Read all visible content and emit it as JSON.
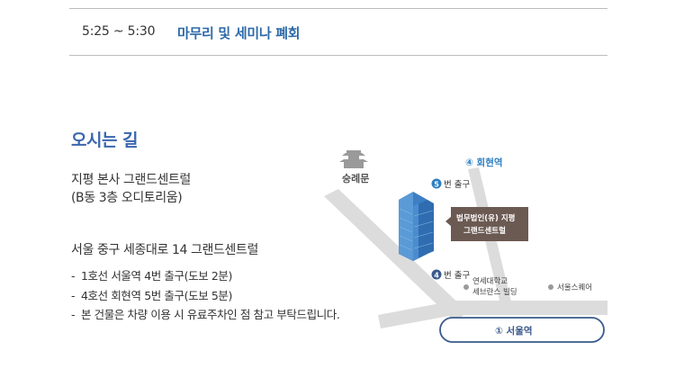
{
  "schedule": {
    "time": "5:25 ~ 5:30",
    "title": "마무리 및 세미나 폐회"
  },
  "directions": {
    "heading": "오시는 길",
    "address_line1": "지평 본사 그랜드센트럴",
    "address_line2": "(B동 3층 오디토리움)",
    "address_line3": "서울 중구 세종대로 14 그랜드센트럴",
    "bullets": [
      "1호선 서울역 4번 출구(도보 2분)",
      "4호선 회현역 5번 출구(도보 5분)",
      "본 건물은 차량 이용 시 유료주차인 점 참고 부탁드립니다."
    ]
  },
  "map": {
    "landmark_sungnyemun": "숭례문",
    "hoehyeon_station": "④ 회현역",
    "exit5": "번 출구",
    "exit5_num": "5",
    "exit4": "번 출구",
    "exit4_num": "4",
    "building_label_line1": "법무법인(유) 지평",
    "building_label_line2": "그랜드센트럴",
    "yonsei_line1": "연세대학교",
    "yonsei_line2": "세브란스 빌딩",
    "seoul_square": "서울스퀘어",
    "seoul_station": "① 서울역",
    "colors": {
      "road": "#dcdcdc",
      "accent": "#2e7fc2",
      "label_box": "#6b5a52",
      "station_border": "#3a5a8c"
    }
  }
}
